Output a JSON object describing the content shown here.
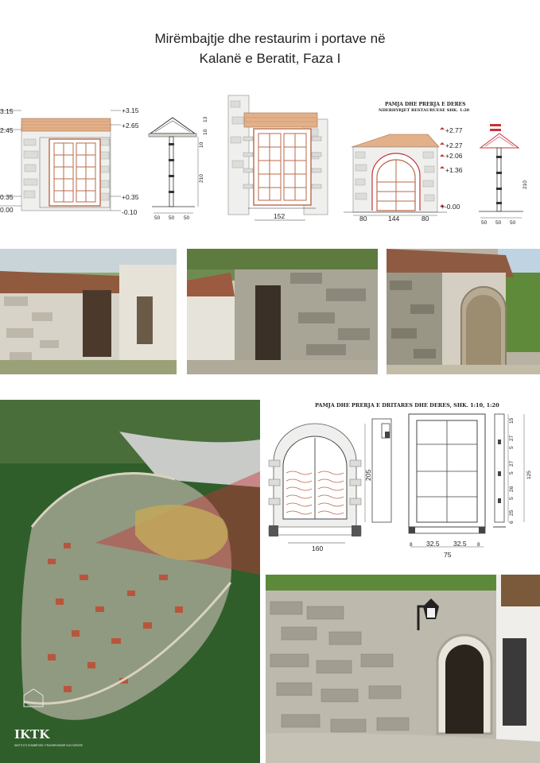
{
  "title": {
    "line1": "Mirëmbajtje dhe restaurim i portave në",
    "line2": "Kalanë e Beratit, Faza I"
  },
  "drawing1": {
    "left_levels": [
      "3.15",
      "2.45",
      "0.35",
      "0.00"
    ],
    "right_levels": [
      "+3.15",
      "+2.65",
      "+0.35",
      "-0.10"
    ]
  },
  "drawing2": {
    "dims_bottom": [
      "50",
      "50",
      "50"
    ],
    "dims_side": [
      "10",
      "10",
      "13",
      "210"
    ]
  },
  "drawing3": {
    "width": "152"
  },
  "drawing4": {
    "caption_line1": "PAMJA DHE PRERJA E DERES",
    "caption_line2": "NDERHYRJET RESTAURUESE  SHK. 1:20",
    "levels": [
      "+2.77",
      "+2.27",
      "+2.06",
      "+1.36",
      "+-0.00"
    ],
    "dims_bottom": [
      "80",
      "144",
      "80"
    ]
  },
  "drawing5": {
    "dims_bottom": [
      "50",
      "50",
      "50"
    ],
    "dims_side": [
      "210"
    ]
  },
  "drawing6": {
    "caption": "PAMJA DHE PRERJA E DRITARES DHE DERES, SHK. 1:10, 1:20",
    "height": "205",
    "width": "160",
    "dims_bottom": [
      "8",
      "32.5",
      "32.5",
      "8"
    ],
    "total": "75",
    "dims_side": [
      "15",
      "27",
      "5",
      "27",
      "5",
      "26",
      "5",
      "25",
      "6",
      "125"
    ]
  },
  "logo": {
    "text": "IKTK",
    "sub": "INSTITUTI KOMBËTAR I TRASHËGIMISË KULTURORE"
  },
  "colors": {
    "roof_tile": "#e2b089",
    "door_brown": "#b86a4a",
    "stone_grey": "#d9d6d0",
    "accent_red": "#c8333a"
  }
}
